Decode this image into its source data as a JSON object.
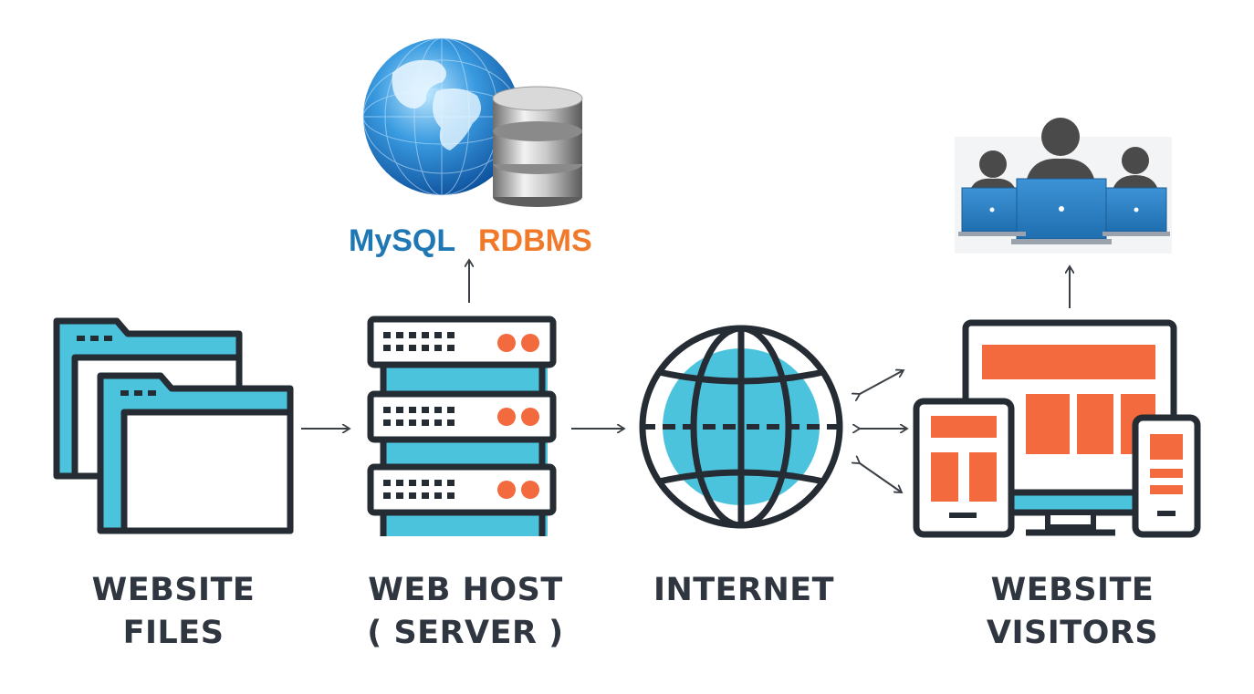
{
  "database": {
    "name_part1": "MySQL",
    "name_part2": "RDBMS",
    "colors": {
      "part1": "#1f78b4",
      "part2": "#f07a2a"
    },
    "icons": [
      "globe-icon",
      "database-cylinder-icon"
    ]
  },
  "nodes": [
    {
      "id": "files",
      "line1": "WEBSITE",
      "line2": "FILES",
      "icon": "folders-icon"
    },
    {
      "id": "host",
      "line1": "WEB HOST",
      "line2": "( SERVER )",
      "icon": "server-rack-icon"
    },
    {
      "id": "internet",
      "line1": "INTERNET",
      "line2": "",
      "icon": "globe-outline-icon"
    },
    {
      "id": "visitors",
      "line1": "WEBSITE",
      "line2": "VISITORS",
      "icon": "devices-icon"
    }
  ],
  "visitors_group_icon": "users-laptops-icon",
  "colors": {
    "outline": "#262c33",
    "cyan": "#4cc3dd",
    "orange": "#f26a3d",
    "blue": "#2f86c8",
    "label": "#2f3640"
  }
}
